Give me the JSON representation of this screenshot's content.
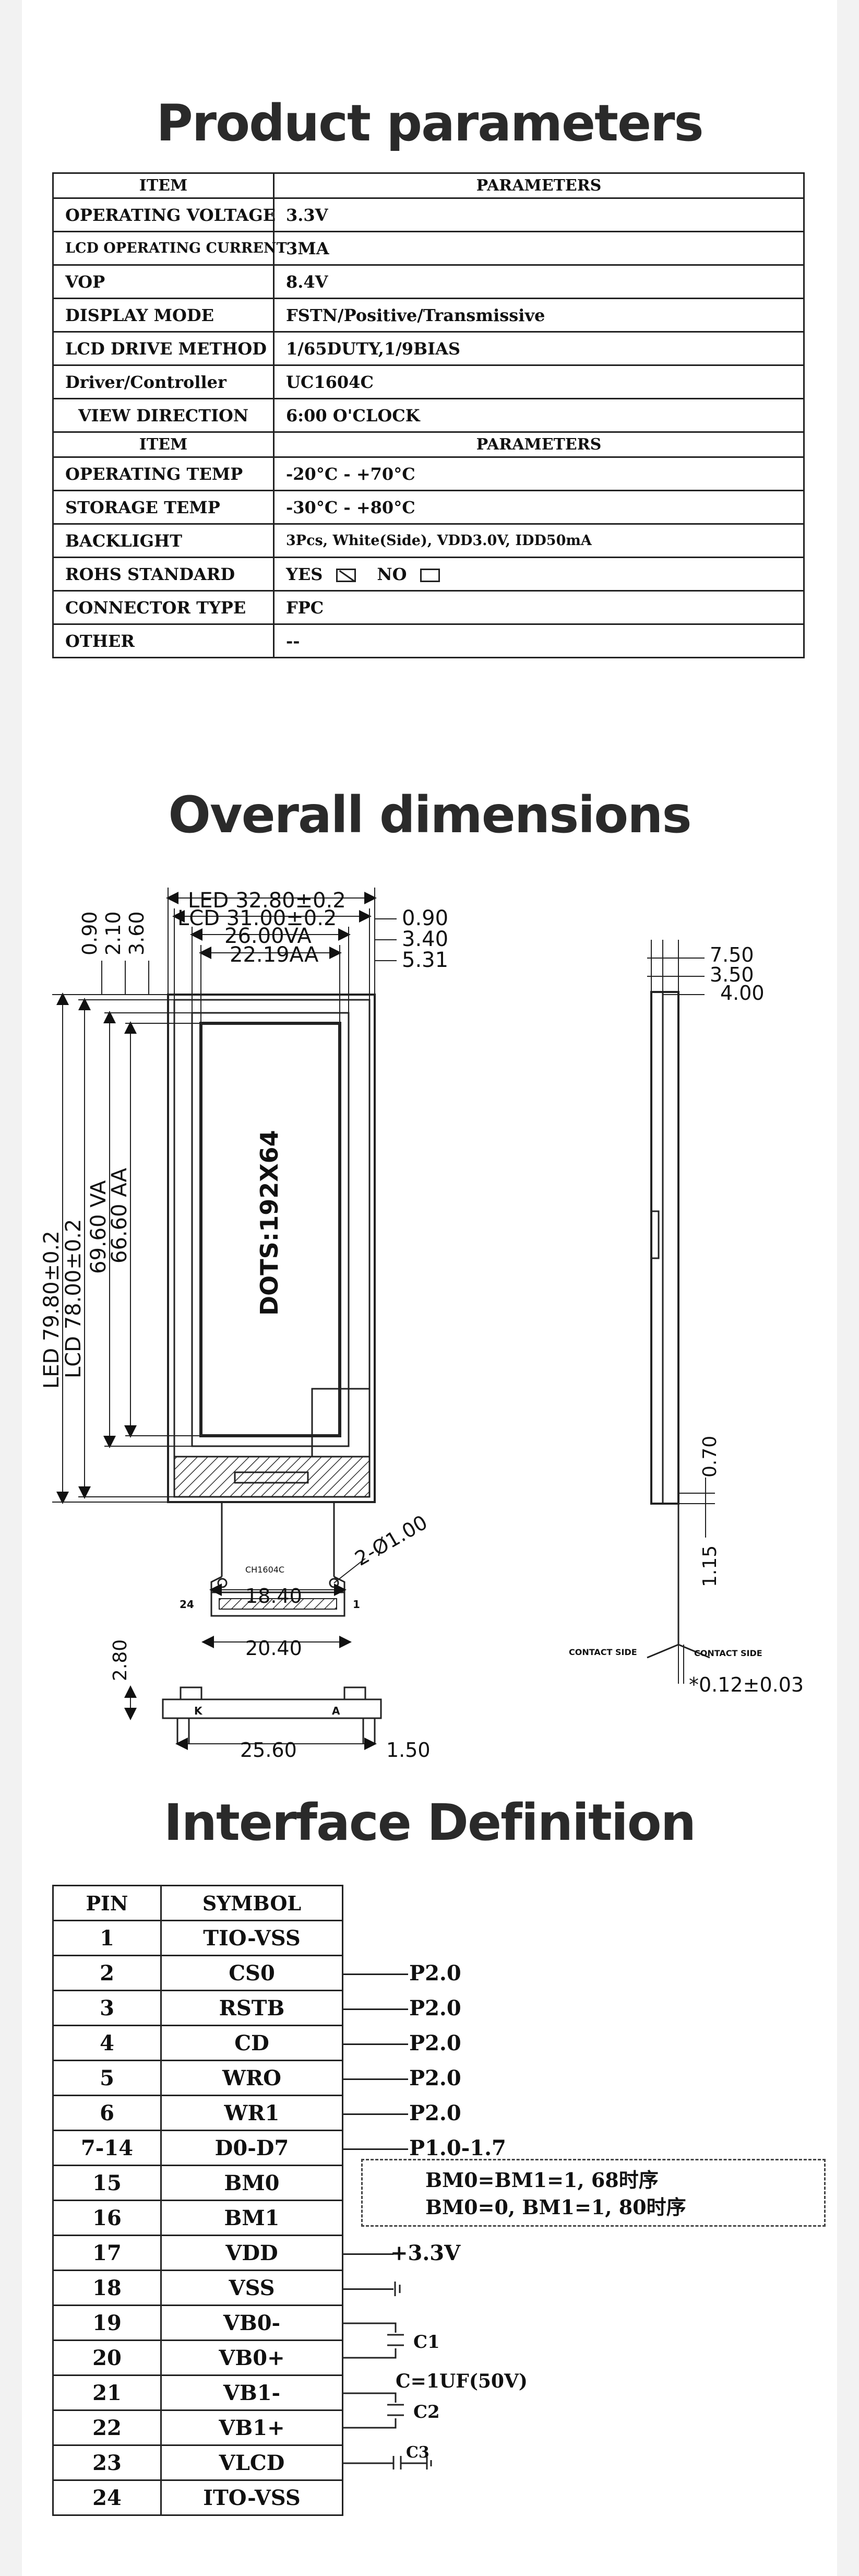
{
  "titles": {
    "product_parameters": "Product parameters",
    "overall_dimensions": "Overall dimensions",
    "interface_definition": "Interface Definition"
  },
  "params": {
    "header1": {
      "item": "ITEM",
      "parameters": "PARAMETERS"
    },
    "rows_a": [
      {
        "item": "OPERATING VOLTAGE",
        "value": "3.3V"
      },
      {
        "item": "LCD OPERATING CURRENT",
        "value": "3MA"
      },
      {
        "item": "VOP",
        "value": "8.4V"
      },
      {
        "item": "DISPLAY MODE",
        "value": "FSTN/Positive/Transmissive"
      },
      {
        "item": "LCD DRIVE METHOD",
        "value": "1/65DUTY,1/9BIAS"
      },
      {
        "item": "Driver/Controller",
        "value": "UC1604C"
      },
      {
        "item": "VIEW DIRECTION",
        "value": "6:00 O'CLOCK"
      }
    ],
    "header2": {
      "item": "ITEM",
      "parameters": "PARAMETERS"
    },
    "rows_b": [
      {
        "item": "OPERATING TEMP",
        "value": "-20°C - +70°C"
      },
      {
        "item": "STORAGE TEMP",
        "value": "-30°C - +80°C"
      },
      {
        "item": "BACKLIGHT",
        "value": "3Pcs, White(Side), VDD3.0V, IDD50mA"
      },
      {
        "item": "ROHS STANDARD",
        "yes": "YES",
        "no": "NO"
      },
      {
        "item": "CONNECTOR TYPE",
        "value": "FPC"
      },
      {
        "item": "OTHER",
        "value": "--"
      }
    ]
  },
  "dimensions": {
    "led_width": "LED 32.80±0.2",
    "lcd_width": "LCD 31.00±0.2",
    "va_width": "26.00VA",
    "aa_width": "22.19AA",
    "right_090": "0.90",
    "right_340": "3.40",
    "right_531": "5.31",
    "left_090": "0.90",
    "left_210": "2.10",
    "left_360": "3.60",
    "led_height": "LED 79.80±0.2",
    "lcd_height": "LCD 78.00±0.2",
    "va_height": "69.60 VA",
    "aa_height": "66.60 AA",
    "dots": "DOTS:192X64",
    "chip_label": "CH1604C",
    "hole": "2-Ø1.00",
    "pitch_1840": "18.40",
    "pin24": "24",
    "pin1": "1",
    "pitch_2040": "20.40",
    "dim_280": "2.80",
    "k_label": "K",
    "a_label": "A",
    "dim_2560": "25.60",
    "dim_150": "1.50",
    "side_750": "7.50",
    "side_350": "3.50",
    "side_400": "4.00",
    "side_070": "0.70",
    "side_115": "1.15",
    "contact_side_left": "CONTACT SIDE",
    "contact_side_right": "CONTACT SIDE",
    "fpc_thickness": "*0.12±0.03"
  },
  "interface": {
    "header": {
      "pin": "PIN",
      "symbol": "SYMBOL"
    },
    "rows": [
      {
        "pin": "1",
        "symbol": "TIO-VSS",
        "conn": ""
      },
      {
        "pin": "2",
        "symbol": "CS0",
        "conn": "P2.0"
      },
      {
        "pin": "3",
        "symbol": "RSTB",
        "conn": "P2.0"
      },
      {
        "pin": "4",
        "symbol": "CD",
        "conn": "P2.0"
      },
      {
        "pin": "5",
        "symbol": "WRO",
        "conn": "P2.0"
      },
      {
        "pin": "6",
        "symbol": "WR1",
        "conn": "P2.0"
      },
      {
        "pin": "7-14",
        "symbol": "D0-D7",
        "conn": "P1.0-1.7"
      },
      {
        "pin": "15",
        "symbol": "BM0",
        "conn": ""
      },
      {
        "pin": "16",
        "symbol": "BM1",
        "conn": ""
      },
      {
        "pin": "17",
        "symbol": "VDD",
        "conn": "+3.3V"
      },
      {
        "pin": "18",
        "symbol": "VSS",
        "conn": ""
      },
      {
        "pin": "19",
        "symbol": "VB0-",
        "conn": ""
      },
      {
        "pin": "20",
        "symbol": "VB0+",
        "conn": ""
      },
      {
        "pin": "21",
        "symbol": "VB1-",
        "conn": ""
      },
      {
        "pin": "22",
        "symbol": "VB1+",
        "conn": ""
      },
      {
        "pin": "23",
        "symbol": "VLCD",
        "conn": ""
      },
      {
        "pin": "24",
        "symbol": "ITO-VSS",
        "conn": ""
      }
    ],
    "mode_line1": "BM0=BM1=1, 68时序",
    "mode_line2": "BM0=0, BM1=1, 80时序",
    "c1": "C1",
    "c2": "C2",
    "c3": "C3",
    "cap_value": "C=1UF(50V)"
  }
}
